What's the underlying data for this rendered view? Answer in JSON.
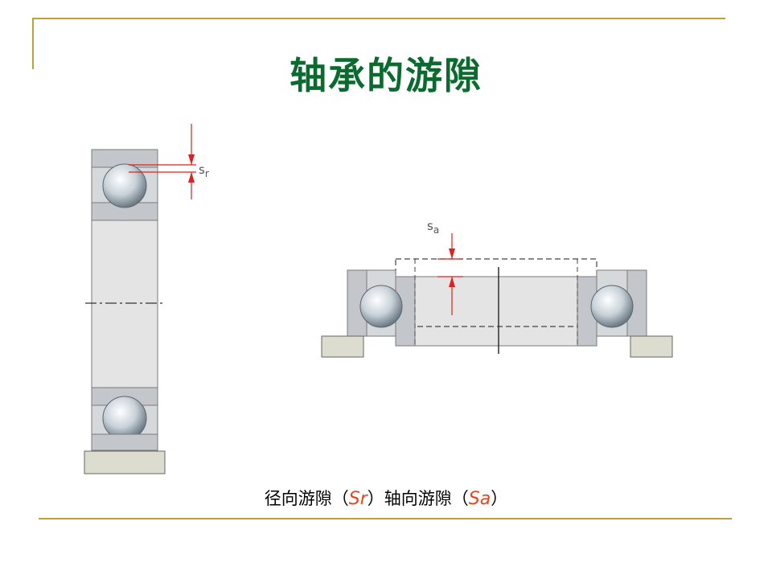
{
  "slide": {
    "title": "轴承的游隙",
    "caption": {
      "part1": "径向游隙（",
      "sym1": "Sr",
      "part2": "）轴向游隙（",
      "sym2": "Sa",
      "part3": "）"
    }
  },
  "diagram": {
    "radial_label_main": "s",
    "radial_label_sub": "r",
    "axial_label_main": "s",
    "axial_label_sub": "a"
  },
  "colors": {
    "title": "#0b6b2e",
    "accent_red": "#e8461e",
    "frame_gold": "#b8a23a"
  }
}
